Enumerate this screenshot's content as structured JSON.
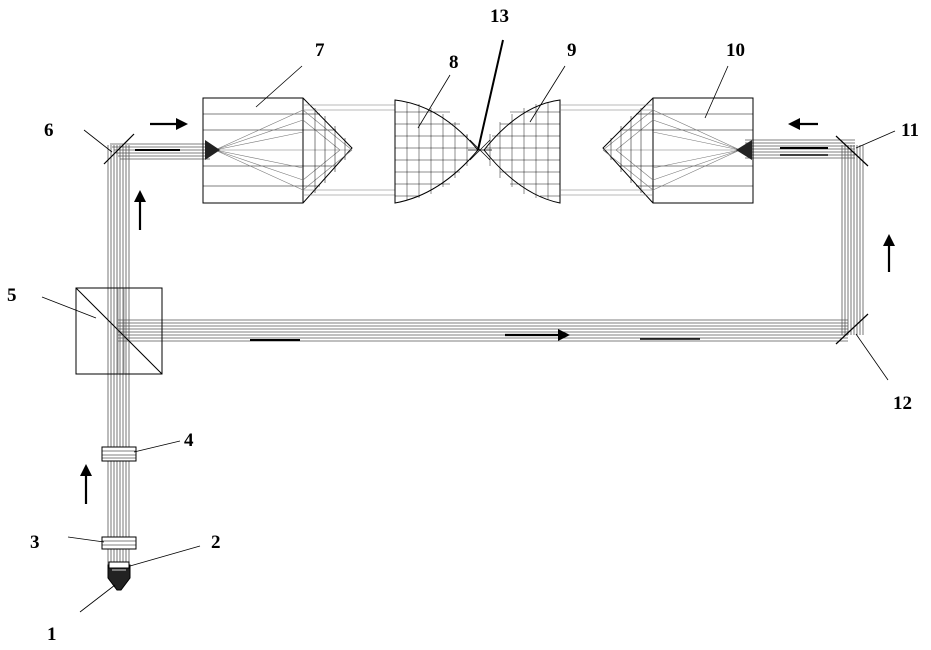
{
  "labels": {
    "l1": "1",
    "l2": "2",
    "l3": "3",
    "l4": "4",
    "l5": "5",
    "l6": "6",
    "l7": "7",
    "l8": "8",
    "l9": "9",
    "l10": "10",
    "l11": "11",
    "l12": "12",
    "l13": "13"
  },
  "colors": {
    "line": "#000000",
    "beam": "#555555",
    "ray": "#777777"
  }
}
